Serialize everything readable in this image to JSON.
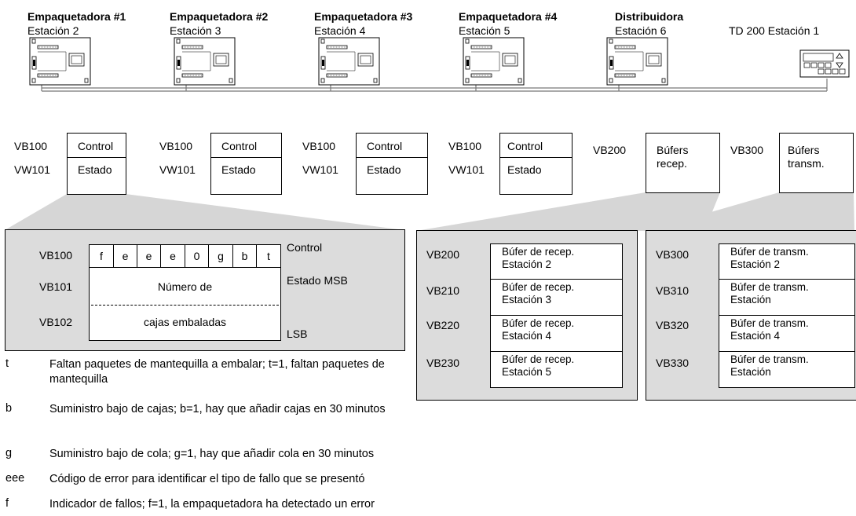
{
  "stations": [
    {
      "name": "Empaquetadora #1",
      "station": "Estación 2"
    },
    {
      "name": "Empaquetadora #2",
      "station": "Estación 3"
    },
    {
      "name": "Empaquetadora #3",
      "station": "Estación 4"
    },
    {
      "name": "Empaquetadora #4",
      "station": "Estación 5"
    },
    {
      "name": "Distribuidora",
      "station": "Estación 6"
    }
  ],
  "td200": {
    "label": "TD 200 Estación 1"
  },
  "mem_groups": [
    {
      "addr1": "VB100",
      "addr2": "VW101",
      "box1": "Control",
      "box2": "Estado"
    },
    {
      "addr1": "VB100",
      "addr2": "VW101",
      "box1": "Control",
      "box2": "Estado"
    },
    {
      "addr1": "VB100",
      "addr2": "VW101",
      "box1": "Control",
      "box2": "Estado"
    },
    {
      "addr1": "VB100",
      "addr2": "VW101",
      "box1": "Control",
      "box2": "Estado"
    }
  ],
  "rx_group": {
    "addr": "VB200",
    "label_line1": "Búfers",
    "label_line2": "recep."
  },
  "tx_group": {
    "addr": "VB300",
    "label_line1": "Búfers",
    "label_line2": "transm."
  },
  "detail": {
    "rows": [
      "VB100",
      "VB101",
      "VB102"
    ],
    "bits": [
      "f",
      "e",
      "e",
      "e",
      "0",
      "g",
      "b",
      "t"
    ],
    "numero_line1": "Número de",
    "numero_line2": "cajas embaladas",
    "right_labels": [
      "Control",
      "Estado MSB",
      "LSB"
    ]
  },
  "rx_panel": [
    {
      "addr": "VB200",
      "line1": "Búfer de recep.",
      "line2": "Estación 2"
    },
    {
      "addr": "VB210",
      "line1": "Búfer de recep.",
      "line2": "Estación 3"
    },
    {
      "addr": "VB220",
      "line1": "Búfer de recep.",
      "line2": "Estación 4"
    },
    {
      "addr": "VB230",
      "line1": "Búfer de recep.",
      "line2": "Estación 5"
    }
  ],
  "tx_panel": [
    {
      "addr": "VB300",
      "line1": "Búfer de transm.",
      "line2": "Estación 2"
    },
    {
      "addr": "VB310",
      "line1": "Búfer de transm.",
      "line2": "Estación"
    },
    {
      "addr": "VB320",
      "line1": "Búfer de transm.",
      "line2": "Estación 4"
    },
    {
      "addr": "VB330",
      "line1": "Búfer de transm.",
      "line2": "Estación"
    }
  ],
  "legend": [
    {
      "letter": "t",
      "text": "Faltan paquetes de mantequilla a embalar; t=1, faltan paquetes de mantequilla"
    },
    {
      "letter": "b",
      "text": "Suministro bajo de cajas; b=1, hay que añadir cajas en 30 minutos"
    },
    {
      "letter": "g",
      "text": "Suministro bajo de cola; g=1, hay que añadir cola en 30 minutos"
    },
    {
      "letter": "eee",
      "text": "Código de error para identificar el tipo de fallo que se presentó"
    },
    {
      "letter": "f",
      "text": "Indicador de fallos; f=1, la empaquetadora ha detectado un error"
    }
  ]
}
